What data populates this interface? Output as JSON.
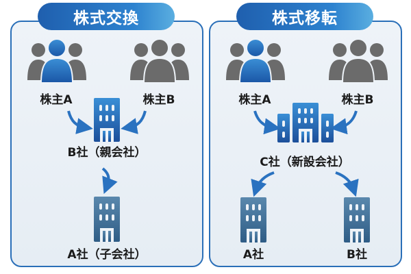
{
  "panels": [
    {
      "title": "株式交換",
      "shareholders": [
        {
          "label": "株主A",
          "highlight": true
        },
        {
          "label": "株主B",
          "highlight": false
        }
      ],
      "center_company": "B社（親会社）",
      "sub_companies": [
        "A社（子会社）"
      ]
    },
    {
      "title": "株式移転",
      "shareholders": [
        {
          "label": "株主A",
          "highlight": true
        },
        {
          "label": "株主B",
          "highlight": false
        }
      ],
      "center_company": "C社（新設会社）",
      "sub_companies": [
        "A社",
        "B社"
      ]
    }
  ],
  "colors": {
    "accent": "#2a6fb8",
    "person_highlight": "#1f66b5",
    "person_gray": "#6b6b6b",
    "building": "#2a6fb8",
    "building_muted": "#3f6f96"
  }
}
